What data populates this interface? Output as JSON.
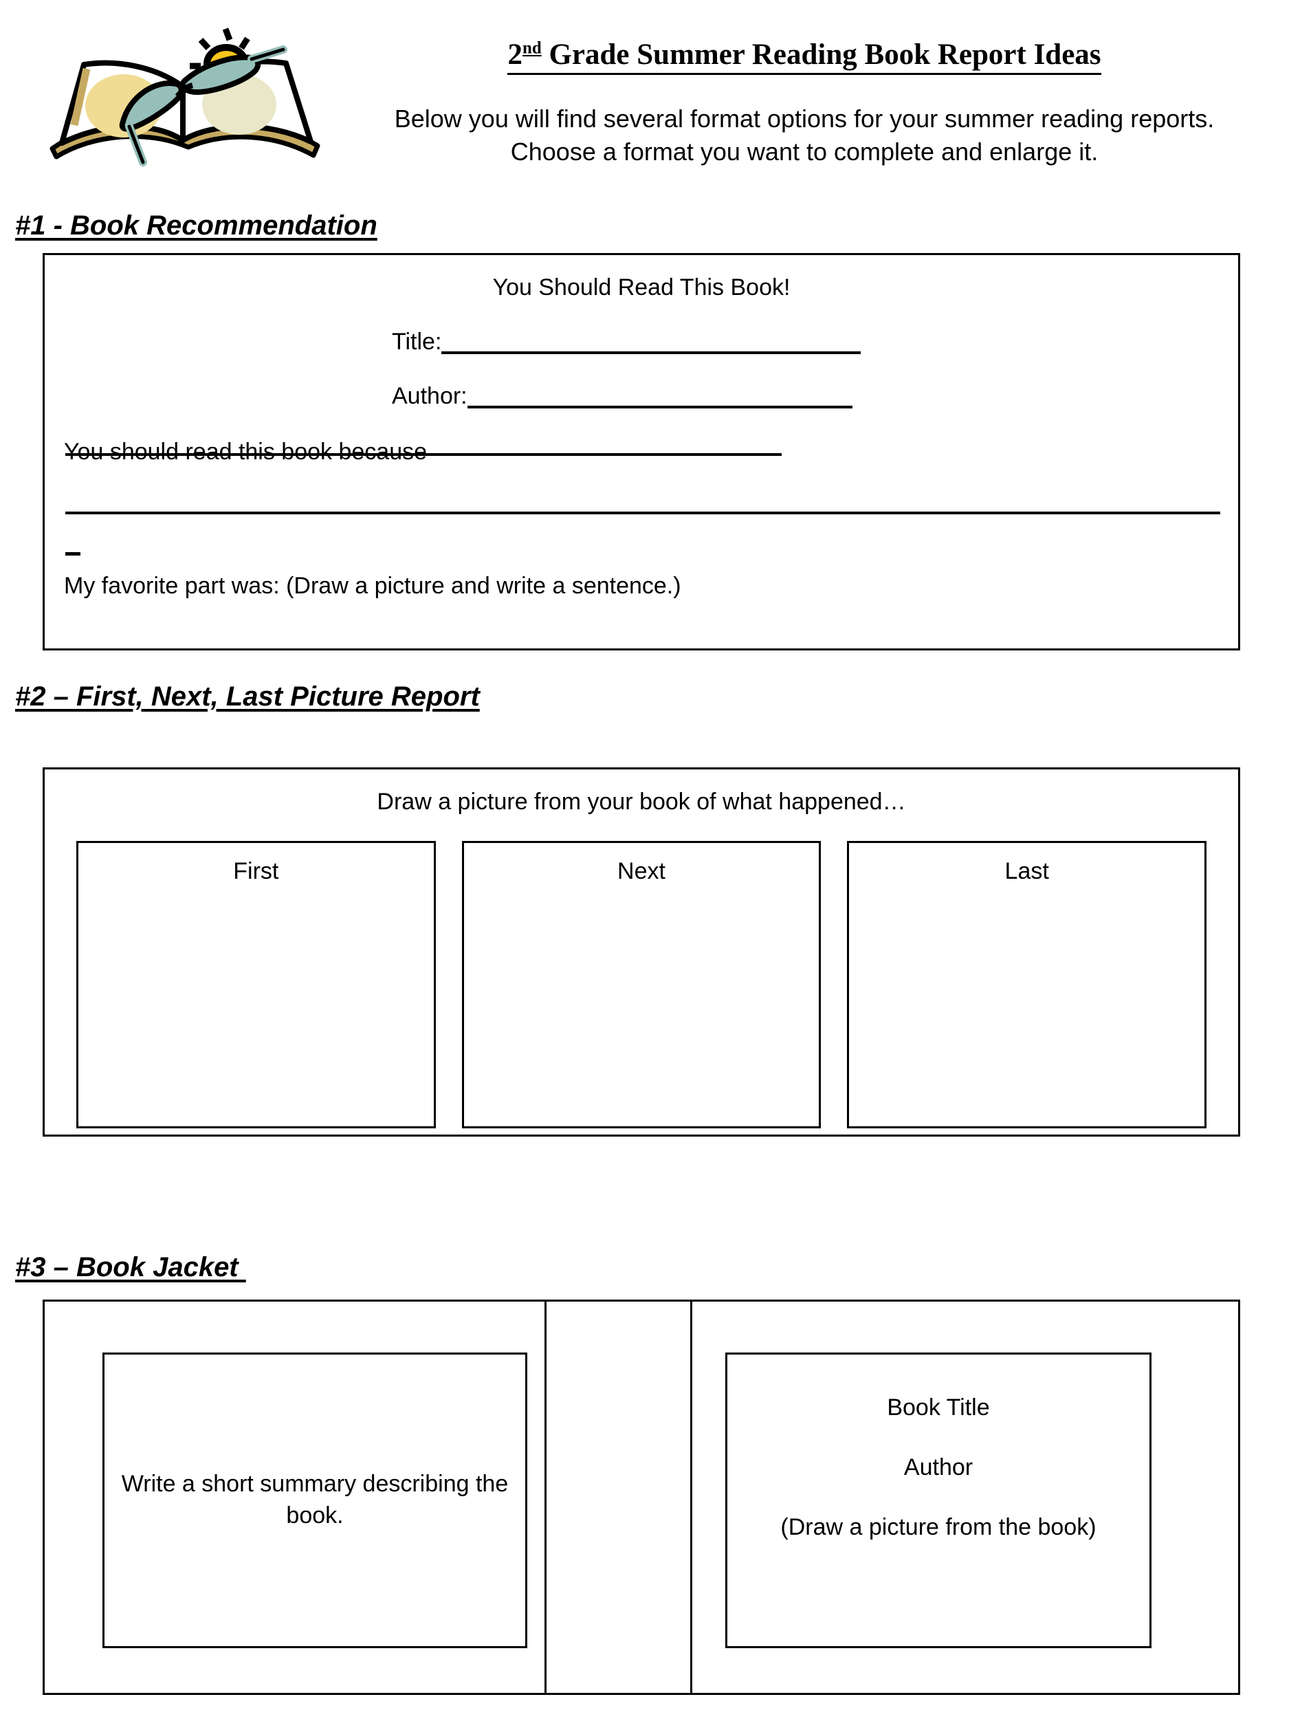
{
  "header": {
    "title_main": "Grade Summer Reading Book Report Ideas",
    "title_number": "2",
    "title_ordinal": "nd",
    "intro": "Below you will find several format options for your summer reading reports. Choose a format you want to complete and enlarge it.",
    "clipart_name": "open-book-with-sunglasses-and-sun"
  },
  "sections": [
    {
      "heading": "#1 - Book Recommendation",
      "box": {
        "title": "You Should Read This Book!",
        "title_label": "Title:",
        "author_label": "Author:",
        "because_label": "You should read this book because",
        "dash": "",
        "favorite_label": "My favorite part was: (Draw a picture and write a sentence.)"
      }
    },
    {
      "heading": "#2 – First, Next, Last Picture Report",
      "box": {
        "caption": "Draw a picture from your book of what happened…",
        "panels": [
          {
            "label": "First"
          },
          {
            "label": "Next"
          },
          {
            "label": "Last"
          }
        ]
      }
    },
    {
      "heading": "#3 – Book Jacket ",
      "box": {
        "summary_text": "Write a short summary describing the book.",
        "cover_lines": [
          "Book Title",
          "Author",
          "(Draw a picture from the book)"
        ]
      }
    }
  ],
  "colors": {
    "ink": "#000000",
    "page": "#ffffff",
    "clipart_page_yellow": "#F1DC94",
    "clipart_page_pale": "#E9E7C8",
    "clipart_book_tan": "#C6AA61",
    "clipart_glasses_teal": "#96BFB9",
    "clipart_sun_yellow": "#F6C61C"
  }
}
